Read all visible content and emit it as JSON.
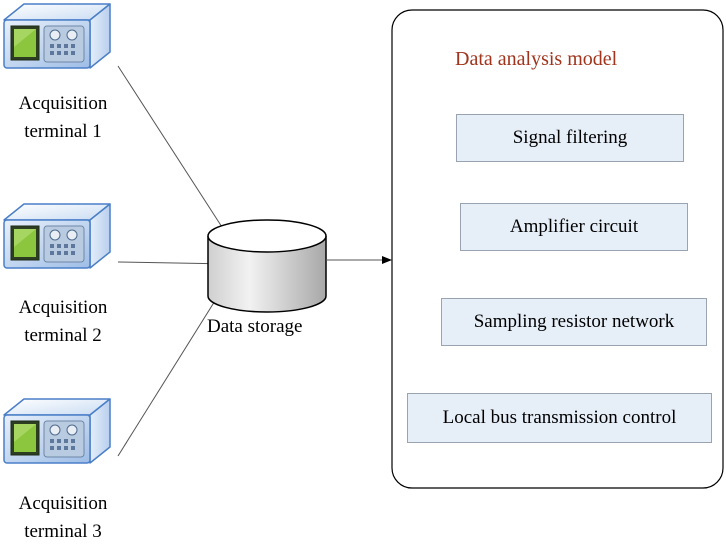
{
  "colors": {
    "model_title": "#a0341c",
    "box_fill": "#e6eef8",
    "device_blue": "#4a7fc8",
    "screen_green": "#8cc63e"
  },
  "terminals": [
    {
      "line1": "Acquisition",
      "line2": "terminal 1",
      "icon": "computer-device-icon"
    },
    {
      "line1": "Acquisition",
      "line2": "terminal 2",
      "icon": "computer-device-icon"
    },
    {
      "line1": "Acquisition",
      "line2": "terminal 3",
      "icon": "computer-device-icon"
    }
  ],
  "storage": {
    "label": "Data storage",
    "icon": "database-cylinder-icon"
  },
  "model": {
    "title": "Data analysis model",
    "items": [
      "Signal filtering",
      "Amplifier circuit",
      "Sampling resistor network",
      "Local bus transmission control"
    ]
  }
}
